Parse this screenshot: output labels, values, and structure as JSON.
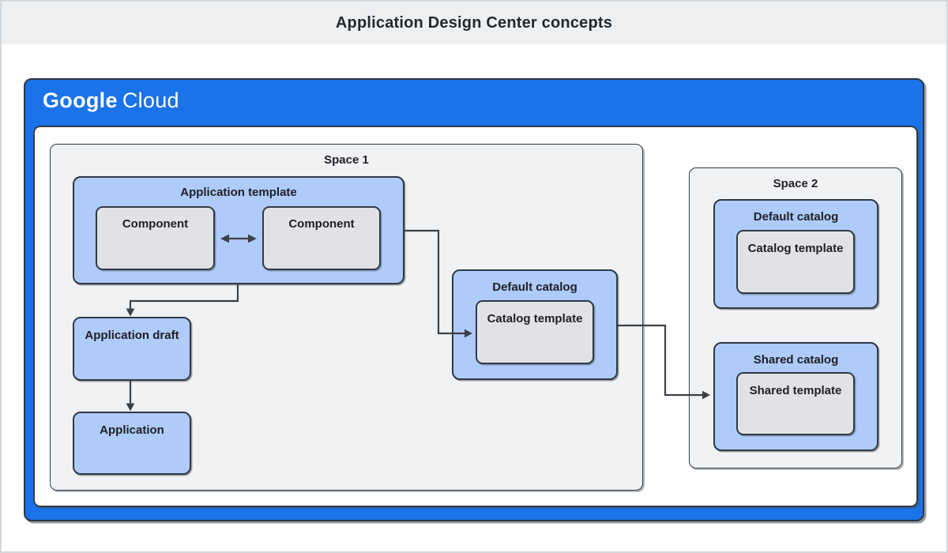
{
  "page": {
    "title": "Application Design Center concepts"
  },
  "brand": {
    "google": "Google",
    "cloud": "Cloud"
  },
  "colors": {
    "header_bg": "#edeff1",
    "frame_blue": "#1a73e8",
    "box_blue": "#aecbfa",
    "box_gray": "#e0e2e5",
    "space_bg": "#f0f2f4",
    "border_dark": "#313944",
    "connector": "#3a4147",
    "text": "#202124"
  },
  "space1": {
    "label": "Space 1",
    "application_template": {
      "label": "Application template",
      "component_left": "Component",
      "component_right": "Component"
    },
    "application_draft": "Application draft",
    "application": "Application",
    "default_catalog": {
      "label": "Default catalog",
      "catalog_template": "Catalog template"
    }
  },
  "space2": {
    "label": "Space 2",
    "default_catalog": {
      "label": "Default catalog",
      "catalog_template": "Catalog template"
    },
    "shared_catalog": {
      "label": "Shared catalog",
      "shared_template": "Shared template"
    }
  }
}
